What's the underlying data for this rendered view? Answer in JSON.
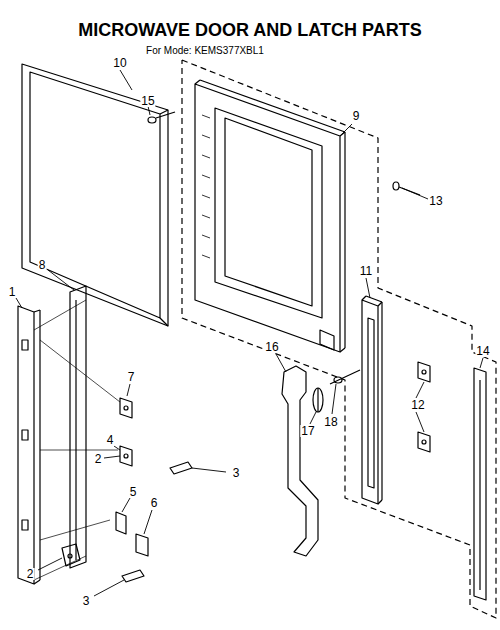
{
  "diagram": {
    "title": "MICROWAVE DOOR AND LATCH PARTS",
    "labels": [
      "For Mode: KEMS377XBL1",
      "10",
      "15",
      "9",
      "13",
      "8",
      "1",
      "7",
      "11",
      "14",
      "16",
      "12",
      "4",
      "2",
      "3",
      "17",
      "18",
      "5",
      "6",
      "2",
      "3"
    ]
  }
}
